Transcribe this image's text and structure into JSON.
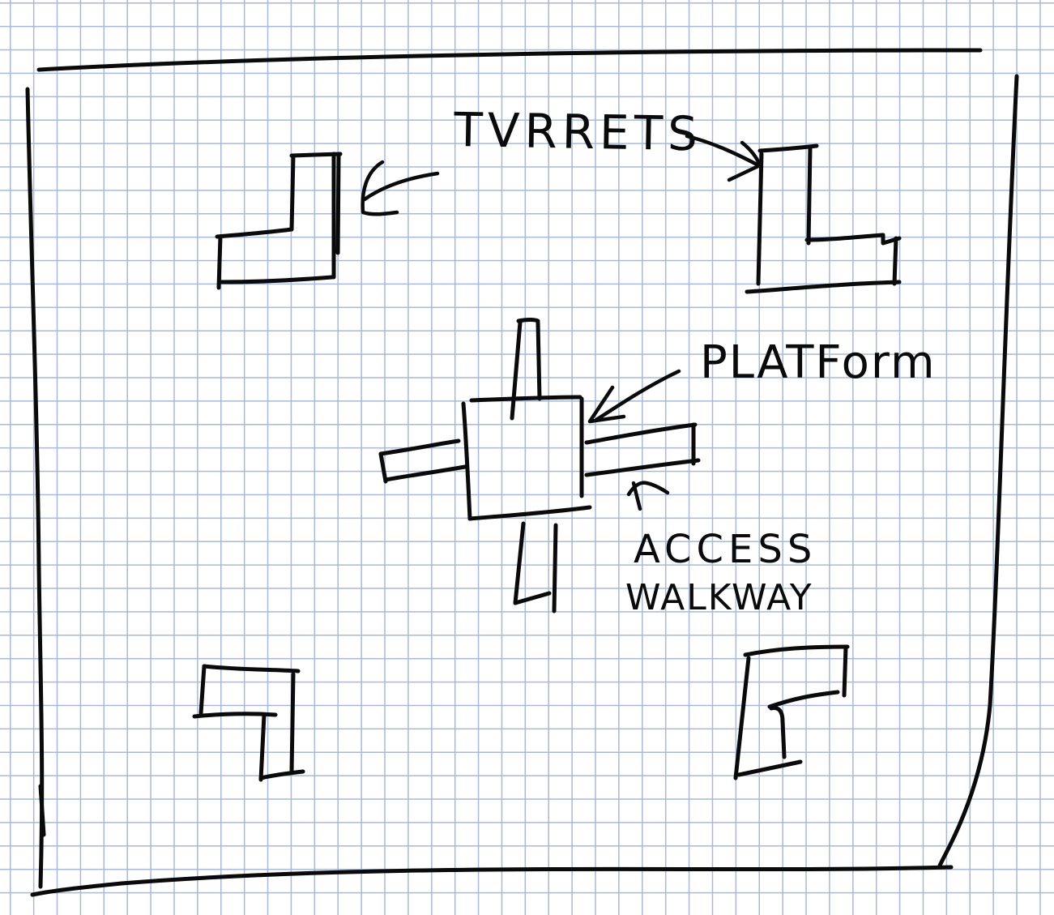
{
  "labels": {
    "turrets": "TVRRETS",
    "platform": "PLATForm",
    "access_line1": "ACCESS",
    "access_line2": "WALKWAY"
  },
  "colors": {
    "ink": "#0a0a0a",
    "grid": "#a9b8d6",
    "paper": "#ffffff"
  }
}
